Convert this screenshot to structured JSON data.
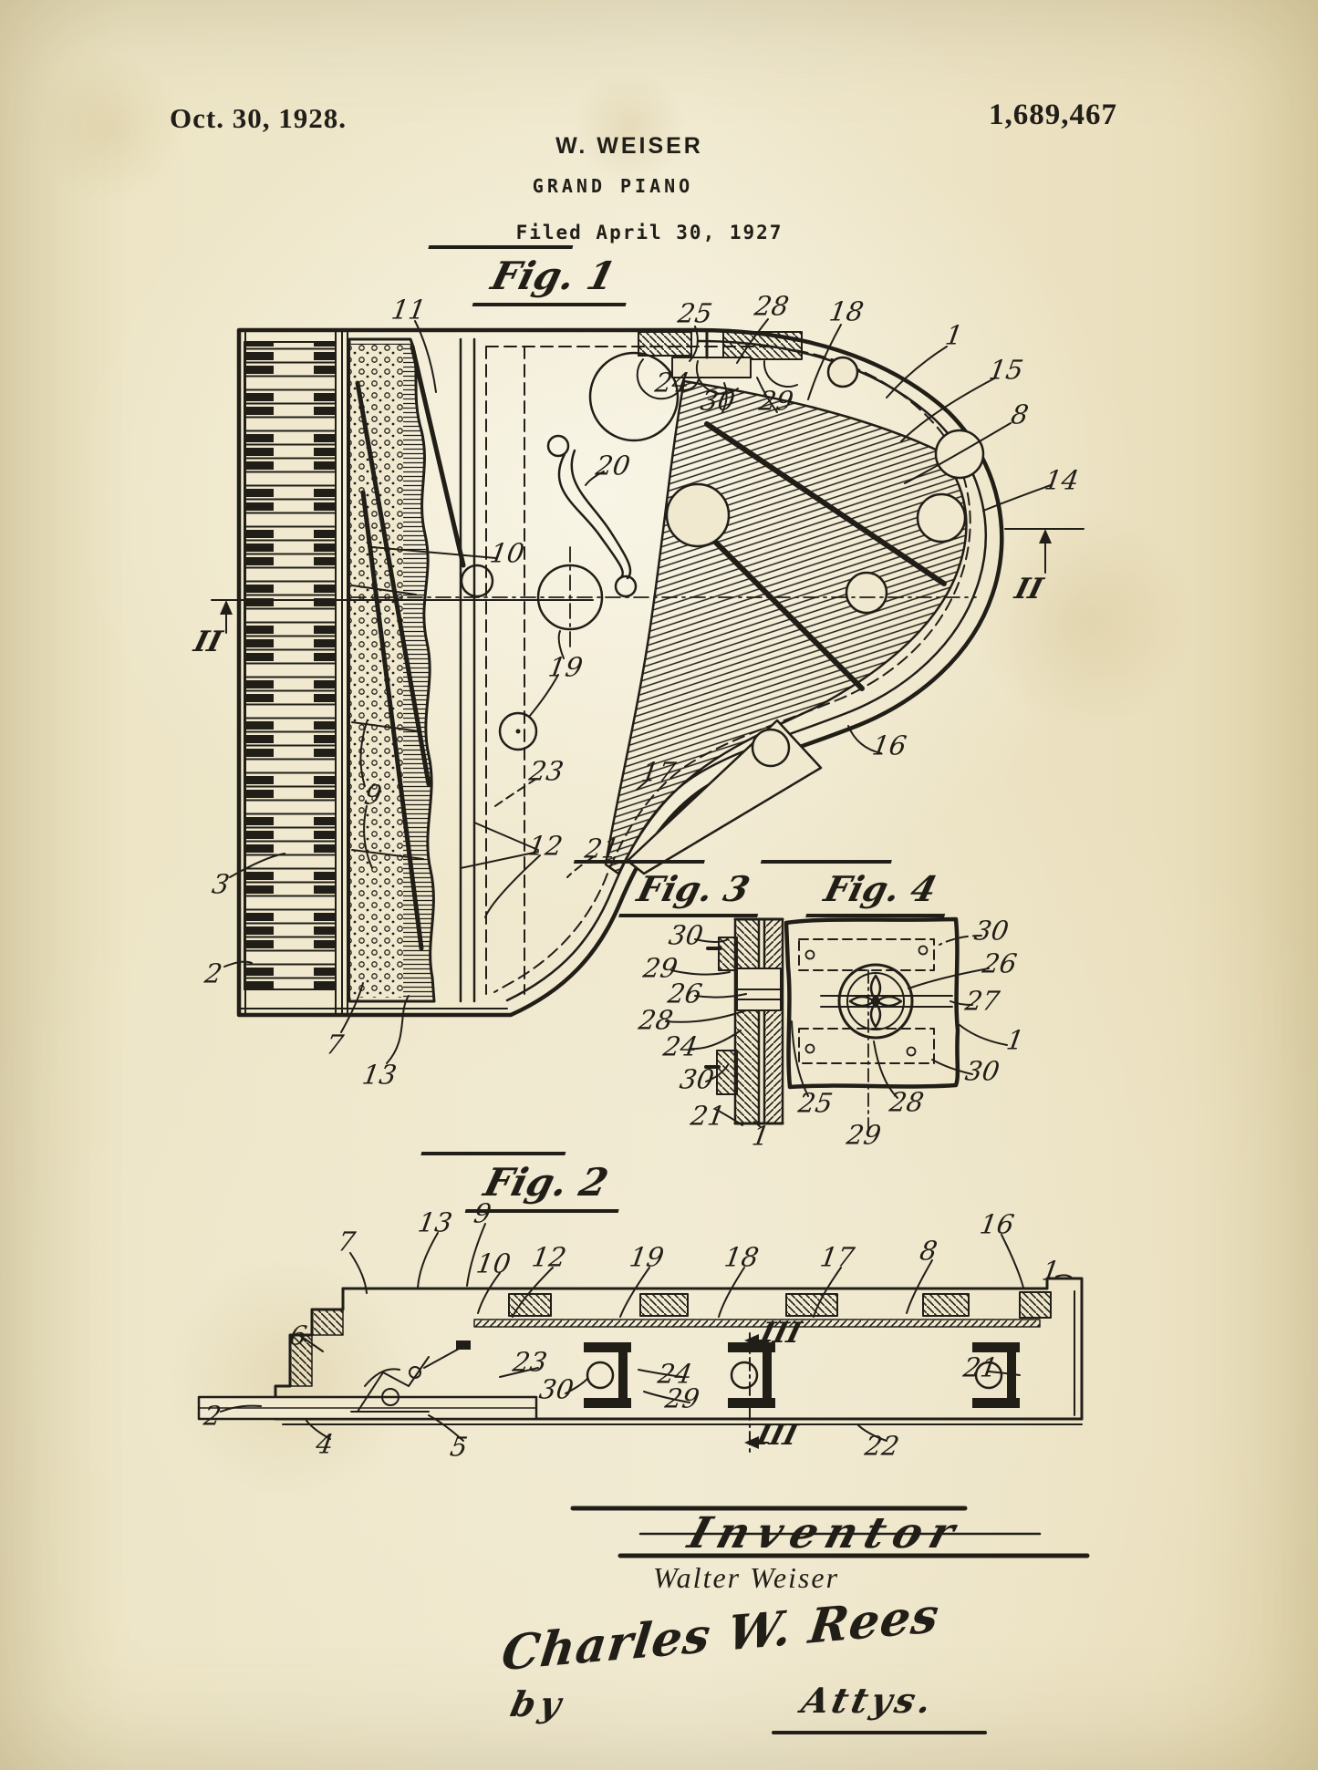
{
  "header": {
    "date": "Oct. 30, 1928.",
    "inventor": "W. WEISER",
    "title": "GRAND PIANO",
    "filed": "Filed April 30, 1927",
    "patent_number": "1,689,467"
  },
  "fig_labels": {
    "fig1": "Fig. 1",
    "fig2": "Fig. 2",
    "fig3": "Fig. 3",
    "fig4": "Fig. 4"
  },
  "sections": {
    "ii": "II",
    "iii": "III"
  },
  "callouts": {
    "fig1": [
      "11",
      "25",
      "28",
      "18",
      "1",
      "15",
      "8",
      "24",
      "30",
      "29",
      "20",
      "14",
      "10",
      "19",
      "16",
      "9",
      "23",
      "17",
      "12",
      "21",
      "3",
      "2",
      "7",
      "13"
    ],
    "fig3": [
      "30",
      "29",
      "26",
      "28",
      "24",
      "30",
      "21",
      "1"
    ],
    "fig4": [
      "30",
      "26",
      "27",
      "1",
      "30",
      "25",
      "28",
      "29"
    ],
    "fig2_top": [
      "7",
      "13",
      "9",
      "10",
      "12",
      "19",
      "18",
      "17",
      "8",
      "16",
      "1"
    ],
    "fig2_left": [
      "6",
      "2",
      "4",
      "5"
    ],
    "fig2_mid": [
      "23",
      "30",
      "24",
      "29"
    ],
    "fig2_right": [
      "21",
      "22"
    ]
  },
  "footer": {
    "inventor_heading": "Inventor",
    "inventor_name": "Walter Weiser",
    "attorney_signature": "Charles W. Rees",
    "by_label": "by",
    "attys_label": "Attys."
  },
  "colors": {
    "ink": "#211e18",
    "paper": "#ece3c4"
  }
}
